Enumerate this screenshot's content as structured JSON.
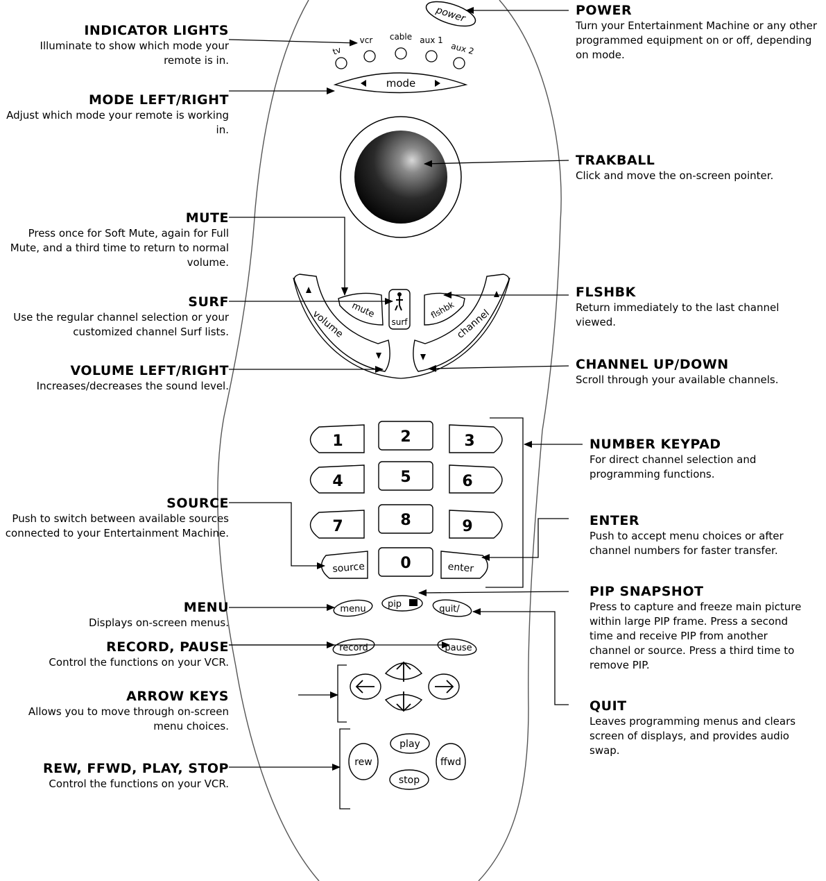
{
  "remote": {
    "power": "power",
    "lights": [
      "tv",
      "vcr",
      "cable",
      "aux 1",
      "aux 2"
    ],
    "mode": "mode",
    "mute": "mute",
    "surf": "surf",
    "flshbk": "flshbk",
    "volume": "volume",
    "channel": "channel",
    "keys": [
      "1",
      "2",
      "3",
      "4",
      "5",
      "6",
      "7",
      "8",
      "9",
      "0"
    ],
    "source": "source",
    "enter": "enter",
    "menu": "menu",
    "pip": "pip",
    "quit": "quit/",
    "record": "record",
    "pause": "pause",
    "play": "play",
    "stop": "stop",
    "rew": "rew",
    "ffwd": "ffwd"
  },
  "callouts": {
    "indicator_lights": {
      "title": "INDICATOR LIGHTS",
      "text": "Illuminate to show which mode your remote is in."
    },
    "mode": {
      "title": "MODE LEFT/RIGHT",
      "text": "Adjust which mode your remote is working in."
    },
    "mute": {
      "title": "MUTE",
      "text": "Press once for Soft Mute, again for Full Mute, and a third time to return to normal volume."
    },
    "surf": {
      "title": "SURF",
      "text": "Use the regular channel selection or your customized channel Surf lists."
    },
    "volume": {
      "title": "VOLUME LEFT/RIGHT",
      "text": "Increases/decreases the sound level."
    },
    "source": {
      "title": "SOURCE",
      "text": "Push to switch between available sources connected to your Entertainment Machine."
    },
    "menu": {
      "title": "MENU",
      "text": "Displays on-screen menus."
    },
    "record_pause": {
      "title": "RECORD, PAUSE",
      "text": "Control the functions on your VCR."
    },
    "arrow_keys": {
      "title": "ARROW KEYS",
      "text": "Allows you to move through on-screen menu choices."
    },
    "transport": {
      "title": "REW, FFWD, PLAY, STOP",
      "text": "Control the functions on your VCR."
    },
    "power": {
      "title": "POWER",
      "text": "Turn your Entertainment Machine or any other programmed equipment on or off, depending on mode."
    },
    "trakball": {
      "title": "TRAKBALL",
      "text": "Click and move the on-screen pointer."
    },
    "flshbk": {
      "title": "FLSHBK",
      "text": "Return immediately to the last channel viewed."
    },
    "channel": {
      "title": "CHANNEL UP/DOWN",
      "text": "Scroll through your available channels."
    },
    "keypad": {
      "title": "NUMBER KEYPAD",
      "text": "For direct channel selection and programming functions."
    },
    "enter": {
      "title": "ENTER",
      "text": "Push to accept menu choices or after channel numbers for faster transfer."
    },
    "pip": {
      "title": "PIP SNAPSHOT",
      "text": "Press to capture and freeze main picture within large PIP frame. Press a second time and receive PIP from another channel or source. Press a third time to remove PIP."
    },
    "quit": {
      "title": "QUIT",
      "text": "Leaves programming menus and clears screen of displays, and provides audio swap."
    }
  }
}
